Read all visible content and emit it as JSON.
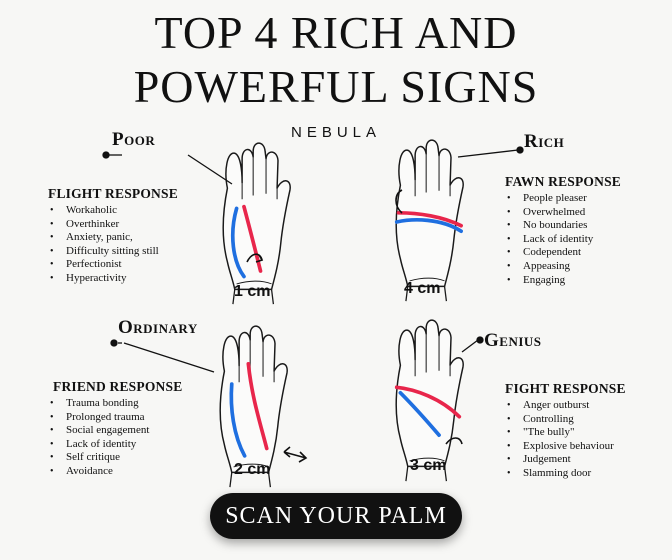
{
  "title": {
    "line1": "TOP 4 RICH AND",
    "line2": "POWERFUL SIGNS"
  },
  "brand": "NEBULA",
  "signs": [
    {
      "name": "Poor",
      "response": "FLIGHT RESPONSE",
      "measure": "1 cm",
      "traits": [
        "Workaholic",
        "Overthinker",
        "Anxiety, panic,",
        "Difficulty sitting still",
        "Perfectionist",
        "Hyperactivity"
      ]
    },
    {
      "name": "Rich",
      "response": "FAWN RESPONSE",
      "measure": "4 cm",
      "traits": [
        "People pleaser",
        "Overwhelmed",
        "No boundaries",
        "Lack of identity",
        "Codependent",
        "Appeasing",
        "Engaging"
      ]
    },
    {
      "name": "Ordinary",
      "response": "FRIEND RESPONSE",
      "measure": "2 cm",
      "traits": [
        "Trauma bonding",
        "Prolonged trauma",
        "Social engagement",
        "Lack of identity",
        "Self critique",
        "Avoidance"
      ]
    },
    {
      "name": "Genius",
      "response": "FIGHT RESPONSE",
      "measure": "3 cm",
      "traits": [
        "Anger outburst",
        "Controlling",
        "\"The bully\"",
        "Explosive behaviour",
        "Judgement",
        "Slamming door"
      ]
    }
  ],
  "cta": "SCAN YOUR PALM",
  "colors": {
    "red_line": "#e8264b",
    "blue_line": "#1f6fe0",
    "background": "#f7f7f5",
    "cta_bg": "#111111"
  }
}
